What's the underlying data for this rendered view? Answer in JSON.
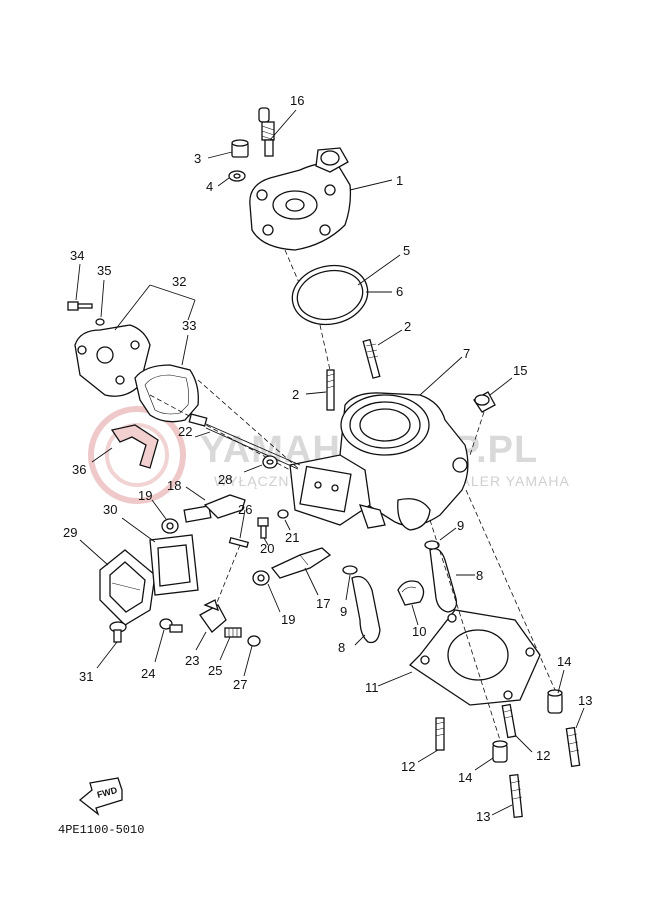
{
  "watermark": {
    "brand": "YAMAHASHOP.PL",
    "tagline": "WYŁĄCZNY AUTORYZOWANY DEALER YAMAHA",
    "accent_color": "#e8b7b7"
  },
  "diagram": {
    "code": "4PE1100-5010",
    "fwd_label": "FWD"
  },
  "callouts": [
    {
      "id": "c1",
      "label": "1"
    },
    {
      "id": "c2a",
      "label": "2"
    },
    {
      "id": "c2b",
      "label": "2"
    },
    {
      "id": "c3",
      "label": "3"
    },
    {
      "id": "c4",
      "label": "4"
    },
    {
      "id": "c5",
      "label": "5"
    },
    {
      "id": "c6",
      "label": "6"
    },
    {
      "id": "c7",
      "label": "7"
    },
    {
      "id": "c8a",
      "label": "8"
    },
    {
      "id": "c8b",
      "label": "8"
    },
    {
      "id": "c9a",
      "label": "9"
    },
    {
      "id": "c9b",
      "label": "9"
    },
    {
      "id": "c10",
      "label": "10"
    },
    {
      "id": "c11",
      "label": "11"
    },
    {
      "id": "c12a",
      "label": "12"
    },
    {
      "id": "c12b",
      "label": "12"
    },
    {
      "id": "c13a",
      "label": "13"
    },
    {
      "id": "c13b",
      "label": "13"
    },
    {
      "id": "c14a",
      "label": "14"
    },
    {
      "id": "c14b",
      "label": "14"
    },
    {
      "id": "c15",
      "label": "15"
    },
    {
      "id": "c16",
      "label": "16"
    },
    {
      "id": "c17",
      "label": "17"
    },
    {
      "id": "c18",
      "label": "18"
    },
    {
      "id": "c19a",
      "label": "19"
    },
    {
      "id": "c19b",
      "label": "19"
    },
    {
      "id": "c20",
      "label": "20"
    },
    {
      "id": "c21",
      "label": "21"
    },
    {
      "id": "c22",
      "label": "22"
    },
    {
      "id": "c23",
      "label": "23"
    },
    {
      "id": "c24",
      "label": "24"
    },
    {
      "id": "c25",
      "label": "25"
    },
    {
      "id": "c26",
      "label": "26"
    },
    {
      "id": "c27",
      "label": "27"
    },
    {
      "id": "c28",
      "label": "28"
    },
    {
      "id": "c29",
      "label": "29"
    },
    {
      "id": "c30",
      "label": "30"
    },
    {
      "id": "c31",
      "label": "31"
    },
    {
      "id": "c32",
      "label": "32"
    },
    {
      "id": "c33",
      "label": "33"
    },
    {
      "id": "c34",
      "label": "34"
    },
    {
      "id": "c35",
      "label": "35"
    },
    {
      "id": "c36",
      "label": "36"
    }
  ]
}
